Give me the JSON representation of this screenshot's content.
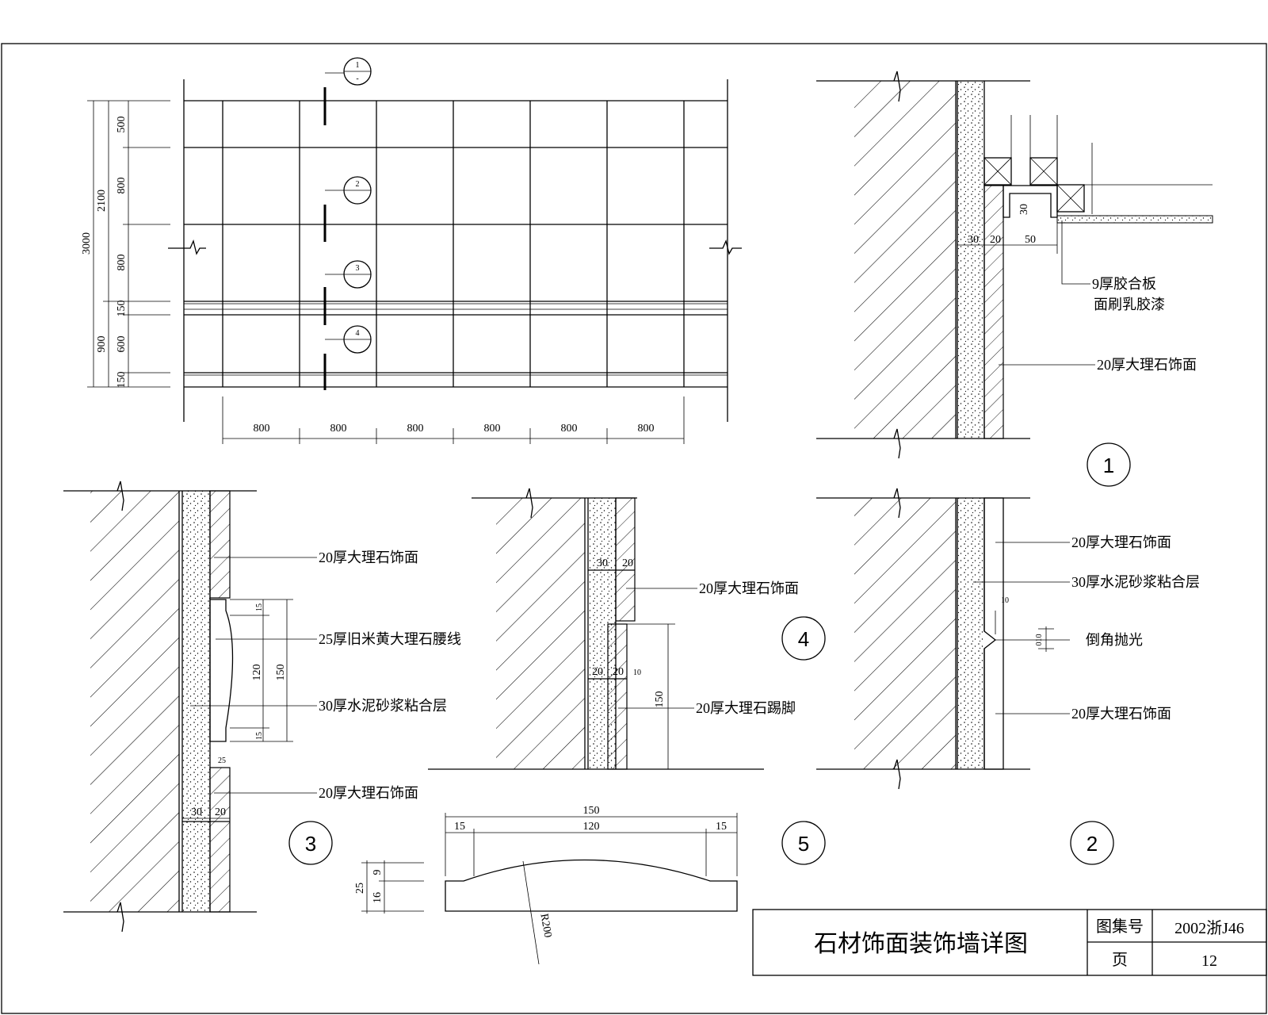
{
  "title_block": {
    "title": "石材饰面装饰墙详图",
    "atlas_label": "图集号",
    "atlas_no": "2002浙J46",
    "page_label": "页",
    "page_no": "12"
  },
  "elevation": {
    "callouts": [
      {
        "num": "1",
        "sub": "-"
      },
      {
        "num": "2",
        "sub": ""
      },
      {
        "num": "3",
        "sub": ""
      },
      {
        "num": "4",
        "sub": ""
      }
    ],
    "horizontal_dims": [
      "800",
      "800",
      "800",
      "800",
      "800",
      "800"
    ],
    "vertical_outer": "3000",
    "vertical_mid_upper": "2100",
    "vertical_mid_lower": "900",
    "vertical_inner": [
      "500",
      "800",
      "800",
      "150",
      "600",
      "150"
    ]
  },
  "detail1": {
    "number": "1",
    "dims": [
      "30",
      "20",
      "50",
      "30"
    ],
    "labels": [
      "9厚胶合板",
      "面刷乳胶漆",
      "20厚大理石饰面"
    ]
  },
  "detail2": {
    "number": "2",
    "labels": [
      "20厚大理石饰面",
      "30厚水泥砂浆粘合层",
      "倒角抛光",
      "20厚大理石饰面"
    ],
    "dims": [
      "10",
      "010"
    ]
  },
  "detail3": {
    "number": "3",
    "labels": [
      "20厚大理石饰面",
      "25厚旧米黄大理石腰线",
      "30厚水泥砂浆粘合层",
      "20厚大理石饰面"
    ],
    "dims": [
      "15",
      "120",
      "150",
      "15",
      "25",
      "30",
      "20"
    ]
  },
  "detail4": {
    "number": "4",
    "labels": [
      "20厚大理石饰面",
      "20厚大理石踢脚"
    ],
    "dims": [
      "30",
      "20",
      "20",
      "20",
      "10",
      "150"
    ]
  },
  "detail5": {
    "number": "5",
    "dims": [
      "150",
      "15",
      "120",
      "15",
      "25",
      "9",
      "16",
      "R200"
    ]
  }
}
